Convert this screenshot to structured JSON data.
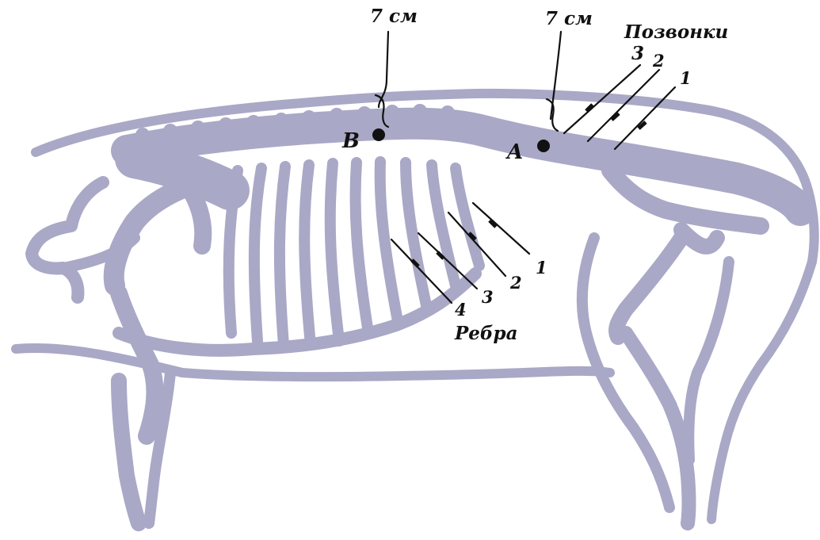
{
  "colors": {
    "skeleton": "#a9a8c6",
    "ink": "#111111",
    "background": "#ffffff"
  },
  "labels": {
    "measure_left": "7 см",
    "measure_right": "7 см",
    "vertebrae_title": "Позвонки",
    "ribs_title": "Ребра",
    "point_b": "B",
    "point_a": "A",
    "vertebra_1": "1",
    "vertebra_2": "2",
    "vertebra_3": "3",
    "rib_1": "1",
    "rib_2": "2",
    "rib_3": "3",
    "rib_4": "4"
  }
}
